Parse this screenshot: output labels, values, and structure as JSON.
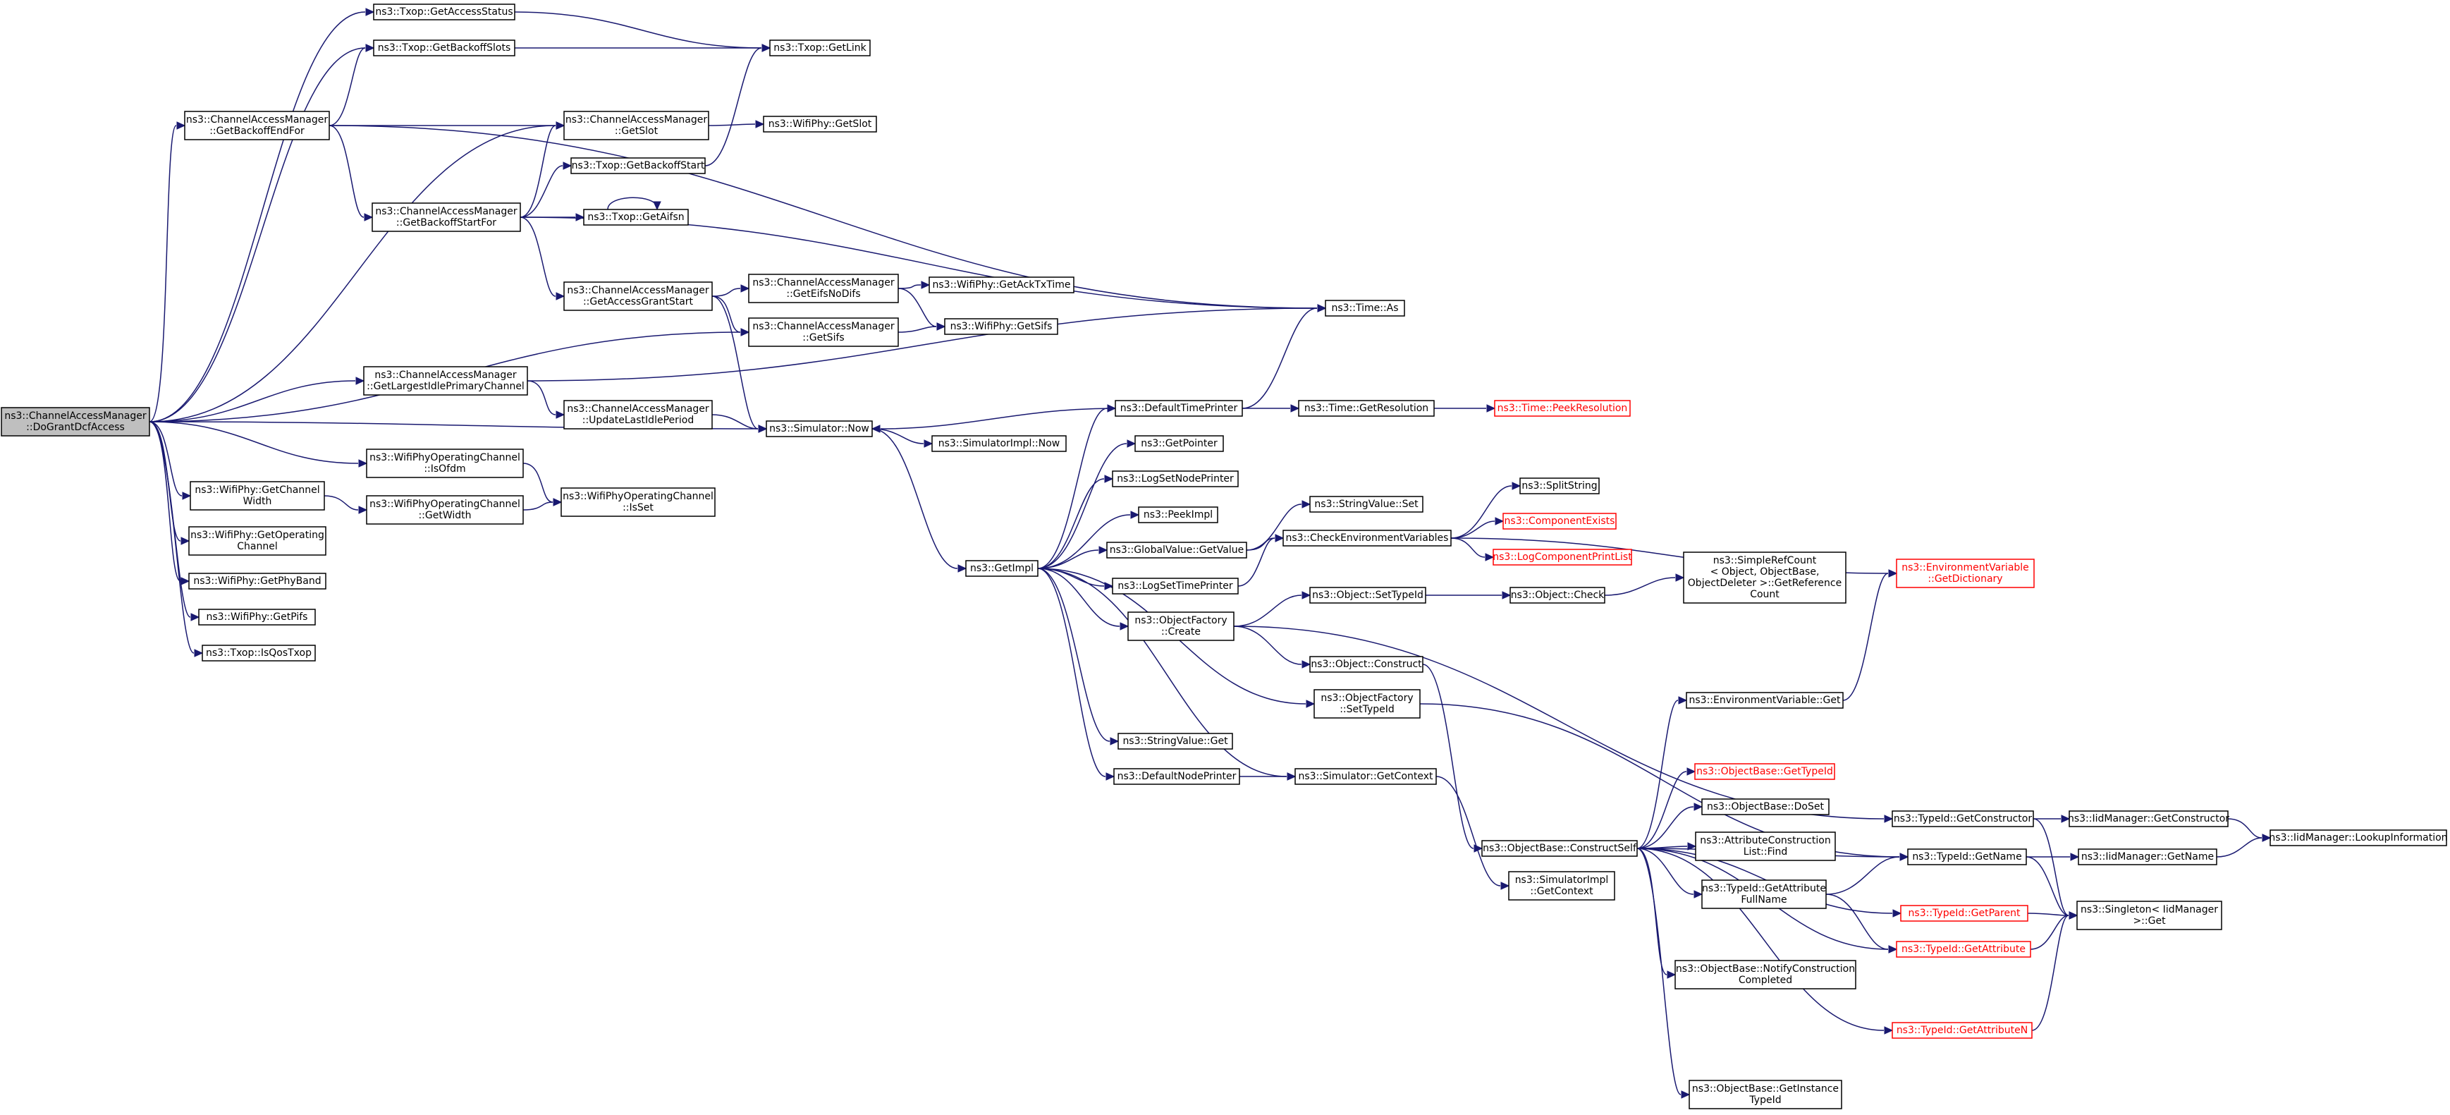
{
  "graph": {
    "title": "",
    "colors": {
      "edge": "#191970",
      "root_fill": "#bfbfbf",
      "node_border": "#000000",
      "external_border": "#ff0000",
      "external_text": "#ff0000"
    },
    "nodes": [
      {
        "id": "root",
        "lines": [
          "ns3::ChannelAccessManager",
          "::DoGrantDcfAccess"
        ],
        "kind": "root"
      },
      {
        "id": "getAccessStatus",
        "lines": [
          "ns3::Txop::GetAccessStatus"
        ]
      },
      {
        "id": "getBackoffSlots",
        "lines": [
          "ns3::Txop::GetBackoffSlots"
        ]
      },
      {
        "id": "getLink",
        "lines": [
          "ns3::Txop::GetLink"
        ]
      },
      {
        "id": "getBackoffEndFor",
        "lines": [
          "ns3::ChannelAccessManager",
          "::GetBackoffEndFor"
        ]
      },
      {
        "id": "camGetSlot",
        "lines": [
          "ns3::ChannelAccessManager",
          "::GetSlot"
        ]
      },
      {
        "id": "phyGetSlot",
        "lines": [
          "ns3::WifiPhy::GetSlot"
        ]
      },
      {
        "id": "getBackoffStart",
        "lines": [
          "ns3::Txop::GetBackoffStart"
        ]
      },
      {
        "id": "getBackoffStartFor",
        "lines": [
          "ns3::ChannelAccessManager",
          "::GetBackoffStartFor"
        ]
      },
      {
        "id": "getAifsn",
        "lines": [
          "ns3::Txop::GetAifsn"
        ]
      },
      {
        "id": "getAccessGrantStart",
        "lines": [
          "ns3::ChannelAccessManager",
          "::GetAccessGrantStart"
        ]
      },
      {
        "id": "getEifsNoDifs",
        "lines": [
          "ns3::ChannelAccessManager",
          "::GetEifsNoDifs"
        ]
      },
      {
        "id": "getAckTxTime",
        "lines": [
          "ns3::WifiPhy::GetAckTxTime"
        ]
      },
      {
        "id": "camGetSifs",
        "lines": [
          "ns3::ChannelAccessManager",
          "::GetSifs"
        ]
      },
      {
        "id": "phyGetSifs",
        "lines": [
          "ns3::WifiPhy::GetSifs"
        ]
      },
      {
        "id": "timeAs",
        "lines": [
          "ns3::Time::As"
        ]
      },
      {
        "id": "getLargestIdle",
        "lines": [
          "ns3::ChannelAccessManager",
          "::GetLargestIdlePrimaryChannel"
        ]
      },
      {
        "id": "updateLastIdle",
        "lines": [
          "ns3::ChannelAccessManager",
          "::UpdateLastIdlePeriod"
        ]
      },
      {
        "id": "simNow",
        "lines": [
          "ns3::Simulator::Now"
        ]
      },
      {
        "id": "simImplNow",
        "lines": [
          "ns3::SimulatorImpl::Now"
        ]
      },
      {
        "id": "defaultTimePrinter",
        "lines": [
          "ns3::DefaultTimePrinter"
        ]
      },
      {
        "id": "getResolution",
        "lines": [
          "ns3::Time::GetResolution"
        ]
      },
      {
        "id": "peekResolution",
        "lines": [
          "ns3::Time::PeekResolution"
        ],
        "kind": "external"
      },
      {
        "id": "isOfdm",
        "lines": [
          "ns3::WifiPhyOperatingChannel",
          "::IsOfdm"
        ]
      },
      {
        "id": "getChannelWidth",
        "lines": [
          "ns3::WifiPhy::GetChannel",
          "Width"
        ]
      },
      {
        "id": "opGetWidth",
        "lines": [
          "ns3::WifiPhyOperatingChannel",
          "::GetWidth"
        ]
      },
      {
        "id": "opIsSet",
        "lines": [
          "ns3::WifiPhyOperatingChannel",
          "::IsSet"
        ]
      },
      {
        "id": "getOperatingChannel",
        "lines": [
          "ns3::WifiPhy::GetOperating",
          "Channel"
        ]
      },
      {
        "id": "getPhyBand",
        "lines": [
          "ns3::WifiPhy::GetPhyBand"
        ]
      },
      {
        "id": "getPifs",
        "lines": [
          "ns3::WifiPhy::GetPifs"
        ]
      },
      {
        "id": "isQosTxop",
        "lines": [
          "ns3::Txop::IsQosTxop"
        ]
      },
      {
        "id": "getImpl",
        "lines": [
          "ns3::GetImpl"
        ]
      },
      {
        "id": "getPointer",
        "lines": [
          "ns3::GetPointer"
        ]
      },
      {
        "id": "logSetNodePrinter",
        "lines": [
          "ns3::LogSetNodePrinter"
        ]
      },
      {
        "id": "peekImpl",
        "lines": [
          "ns3::PeekImpl"
        ]
      },
      {
        "id": "globalValueGet",
        "lines": [
          "ns3::GlobalValue::GetValue"
        ]
      },
      {
        "id": "logSetTimePrinter",
        "lines": [
          "ns3::LogSetTimePrinter"
        ]
      },
      {
        "id": "objectFactoryCreate",
        "lines": [
          "ns3::ObjectFactory",
          "::Create"
        ]
      },
      {
        "id": "objectFactorySetTypeId",
        "lines": [
          "ns3::ObjectFactory",
          "::SetTypeId"
        ]
      },
      {
        "id": "stringValueSet",
        "lines": [
          "ns3::StringValue::Set"
        ]
      },
      {
        "id": "checkEnvVars",
        "lines": [
          "ns3::CheckEnvironmentVariables"
        ]
      },
      {
        "id": "splitString",
        "lines": [
          "ns3::SplitString"
        ]
      },
      {
        "id": "componentExists",
        "lines": [
          "ns3::ComponentExists"
        ],
        "kind": "external"
      },
      {
        "id": "logComponentPrintList",
        "lines": [
          "ns3::LogComponentPrintList"
        ],
        "kind": "external"
      },
      {
        "id": "envVarGetDictionary",
        "lines": [
          "ns3::EnvironmentVariable",
          "::GetDictionary"
        ],
        "kind": "external"
      },
      {
        "id": "objectSetTypeId",
        "lines": [
          "ns3::Object::SetTypeId"
        ]
      },
      {
        "id": "objectCheck",
        "lines": [
          "ns3::Object::Check"
        ]
      },
      {
        "id": "simpleRefCount",
        "lines": [
          "ns3::SimpleRefCount",
          "< Object, ObjectBase,",
          "ObjectDeleter >::GetReference",
          "Count"
        ]
      },
      {
        "id": "objectConstruct",
        "lines": [
          "ns3::Object::Construct"
        ]
      },
      {
        "id": "stringValueGet",
        "lines": [
          "ns3::StringValue::Get"
        ]
      },
      {
        "id": "defaultNodePrinter",
        "lines": [
          "ns3::DefaultNodePrinter"
        ]
      },
      {
        "id": "simGetContext",
        "lines": [
          "ns3::Simulator::GetContext"
        ]
      },
      {
        "id": "simImplGetContext",
        "lines": [
          "ns3::SimulatorImpl",
          "::GetContext"
        ]
      },
      {
        "id": "constructSelf",
        "lines": [
          "ns3::ObjectBase::ConstructSelf"
        ]
      },
      {
        "id": "envVarGet",
        "lines": [
          "ns3::EnvironmentVariable::Get"
        ]
      },
      {
        "id": "objBaseGetTypeId",
        "lines": [
          "ns3::ObjectBase::GetTypeId"
        ],
        "kind": "external"
      },
      {
        "id": "objBaseDoSet",
        "lines": [
          "ns3::ObjectBase::DoSet"
        ]
      },
      {
        "id": "attrConstructionListFind",
        "lines": [
          "ns3::AttributeConstruction",
          "List::Find"
        ]
      },
      {
        "id": "typeIdGetAttrFullName",
        "lines": [
          "ns3::TypeId::GetAttribute",
          "FullName"
        ]
      },
      {
        "id": "notifyConstructionCompleted",
        "lines": [
          "ns3::ObjectBase::NotifyConstruction",
          "Completed"
        ]
      },
      {
        "id": "getInstanceTypeId",
        "lines": [
          "ns3::ObjectBase::GetInstance",
          "TypeId"
        ]
      },
      {
        "id": "typeIdGetConstructor",
        "lines": [
          "ns3::TypeId::GetConstructor"
        ]
      },
      {
        "id": "typeIdGetName",
        "lines": [
          "ns3::TypeId::GetName"
        ]
      },
      {
        "id": "typeIdGetParent",
        "lines": [
          "ns3::TypeId::GetParent"
        ],
        "kind": "external"
      },
      {
        "id": "typeIdGetAttribute",
        "lines": [
          "ns3::TypeId::GetAttribute"
        ],
        "kind": "external"
      },
      {
        "id": "typeIdGetAttributeN",
        "lines": [
          "ns3::TypeId::GetAttributeN"
        ],
        "kind": "external"
      },
      {
        "id": "iidGetConstructor",
        "lines": [
          "ns3::IidManager::GetConstructor"
        ]
      },
      {
        "id": "iidGetName",
        "lines": [
          "ns3::IidManager::GetName"
        ]
      },
      {
        "id": "iidLookup",
        "lines": [
          "ns3::IidManager::LookupInformation"
        ]
      },
      {
        "id": "singletonGet",
        "lines": [
          "ns3::Singleton< IidManager",
          ">::Get"
        ]
      }
    ],
    "edges": [
      [
        "root",
        "getAccessStatus"
      ],
      [
        "root",
        "getBackoffSlots"
      ],
      [
        "root",
        "getBackoffEndFor"
      ],
      [
        "root",
        "camGetSlot"
      ],
      [
        "root",
        "camGetSifs"
      ],
      [
        "root",
        "getLargestIdle"
      ],
      [
        "root",
        "simNow"
      ],
      [
        "root",
        "isOfdm"
      ],
      [
        "root",
        "getChannelWidth"
      ],
      [
        "root",
        "getOperatingChannel"
      ],
      [
        "root",
        "getPhyBand"
      ],
      [
        "root",
        "getPifs"
      ],
      [
        "root",
        "isQosTxop"
      ],
      [
        "getAccessStatus",
        "getLink"
      ],
      [
        "getBackoffSlots",
        "getLink"
      ],
      [
        "getBackoffEndFor",
        "getBackoffSlots"
      ],
      [
        "getBackoffEndFor",
        "camGetSlot"
      ],
      [
        "getBackoffEndFor",
        "timeAs"
      ],
      [
        "getBackoffEndFor",
        "getBackoffStartFor"
      ],
      [
        "camGetSlot",
        "phyGetSlot"
      ],
      [
        "getBackoffStart",
        "getLink"
      ],
      [
        "getBackoffStartFor",
        "camGetSlot"
      ],
      [
        "getBackoffStartFor",
        "getBackoffStart"
      ],
      [
        "getBackoffStartFor",
        "getAifsn"
      ],
      [
        "getBackoffStartFor",
        "timeAs"
      ],
      [
        "getBackoffStartFor",
        "getAccessGrantStart"
      ],
      [
        "getAifsn",
        "getAifsn"
      ],
      [
        "getAccessGrantStart",
        "getEifsNoDifs"
      ],
      [
        "getAccessGrantStart",
        "camGetSifs"
      ],
      [
        "getAccessGrantStart",
        "simNow"
      ],
      [
        "getEifsNoDifs",
        "getAckTxTime"
      ],
      [
        "getEifsNoDifs",
        "phyGetSifs"
      ],
      [
        "camGetSifs",
        "phyGetSifs"
      ],
      [
        "getLargestIdle",
        "timeAs"
      ],
      [
        "getLargestIdle",
        "updateLastIdle"
      ],
      [
        "updateLastIdle",
        "simNow"
      ],
      [
        "simNow",
        "simImplNow"
      ],
      [
        "simNow",
        "getImpl"
      ],
      [
        "defaultTimePrinter",
        "simNow"
      ],
      [
        "defaultTimePrinter",
        "timeAs"
      ],
      [
        "defaultTimePrinter",
        "getResolution"
      ],
      [
        "getResolution",
        "peekResolution"
      ],
      [
        "isOfdm",
        "opIsSet"
      ],
      [
        "getChannelWidth",
        "opGetWidth"
      ],
      [
        "opGetWidth",
        "opIsSet"
      ],
      [
        "getImpl",
        "defaultTimePrinter"
      ],
      [
        "getImpl",
        "getPointer"
      ],
      [
        "getImpl",
        "logSetNodePrinter"
      ],
      [
        "getImpl",
        "peekImpl"
      ],
      [
        "getImpl",
        "globalValueGet"
      ],
      [
        "getImpl",
        "logSetTimePrinter"
      ],
      [
        "getImpl",
        "objectFactoryCreate"
      ],
      [
        "getImpl",
        "objectFactorySetTypeId"
      ],
      [
        "getImpl",
        "stringValueGet"
      ],
      [
        "getImpl",
        "defaultNodePrinter"
      ],
      [
        "getImpl",
        "simGetContext"
      ],
      [
        "globalValueGet",
        "stringValueSet"
      ],
      [
        "globalValueGet",
        "checkEnvVars"
      ],
      [
        "logSetTimePrinter",
        "checkEnvVars"
      ],
      [
        "checkEnvVars",
        "splitString"
      ],
      [
        "checkEnvVars",
        "componentExists"
      ],
      [
        "checkEnvVars",
        "logComponentPrintList"
      ],
      [
        "checkEnvVars",
        "envVarGetDictionary"
      ],
      [
        "objectFactoryCreate",
        "objectSetTypeId"
      ],
      [
        "objectFactoryCreate",
        "objectConstruct"
      ],
      [
        "objectFactoryCreate",
        "typeIdGetConstructor"
      ],
      [
        "objectSetTypeId",
        "objectCheck"
      ],
      [
        "objectCheck",
        "simpleRefCount"
      ],
      [
        "objectConstruct",
        "constructSelf"
      ],
      [
        "objectFactorySetTypeId",
        "typeIdGetName"
      ],
      [
        "defaultNodePrinter",
        "simGetContext"
      ],
      [
        "simGetContext",
        "simImplGetContext"
      ],
      [
        "constructSelf",
        "envVarGet"
      ],
      [
        "constructSelf",
        "objBaseGetTypeId"
      ],
      [
        "constructSelf",
        "objBaseDoSet"
      ],
      [
        "constructSelf",
        "attrConstructionListFind"
      ],
      [
        "constructSelf",
        "typeIdGetAttrFullName"
      ],
      [
        "constructSelf",
        "notifyConstructionCompleted"
      ],
      [
        "constructSelf",
        "getInstanceTypeId"
      ],
      [
        "constructSelf",
        "typeIdGetName"
      ],
      [
        "constructSelf",
        "typeIdGetParent"
      ],
      [
        "constructSelf",
        "typeIdGetAttribute"
      ],
      [
        "constructSelf",
        "typeIdGetAttributeN"
      ],
      [
        "envVarGet",
        "envVarGetDictionary"
      ],
      [
        "typeIdGetAttrFullName",
        "typeIdGetName"
      ],
      [
        "typeIdGetAttrFullName",
        "typeIdGetAttribute"
      ],
      [
        "typeIdGetConstructor",
        "iidGetConstructor"
      ],
      [
        "typeIdGetConstructor",
        "singletonGet"
      ],
      [
        "typeIdGetName",
        "iidGetName"
      ],
      [
        "typeIdGetName",
        "singletonGet"
      ],
      [
        "typeIdGetParent",
        "singletonGet"
      ],
      [
        "typeIdGetAttribute",
        "singletonGet"
      ],
      [
        "typeIdGetAttributeN",
        "singletonGet"
      ],
      [
        "iidGetConstructor",
        "iidLookup"
      ],
      [
        "iidGetName",
        "iidLookup"
      ]
    ]
  }
}
